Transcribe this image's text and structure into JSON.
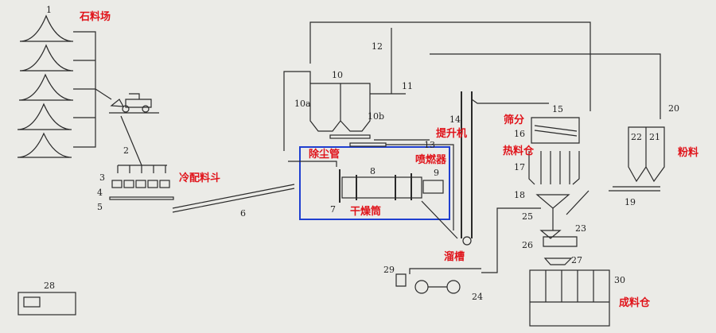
{
  "numbers": [
    "1",
    "2",
    "3",
    "4",
    "5",
    "6",
    "7",
    "8",
    "9",
    "10",
    "10a",
    "10b",
    "11",
    "12",
    "13",
    "14",
    "15",
    "16",
    "17",
    "18",
    "19",
    "20",
    "21",
    "22",
    "23",
    "24",
    "25",
    "26",
    "27",
    "28",
    "29",
    "30"
  ],
  "annotations": {
    "stockpile": "石料场",
    "cold_bins": "冷配料斗",
    "dust_pipe": "除尘管",
    "burner": "喷燃器",
    "dryer": "干燥筒",
    "elevator": "提升机",
    "chute": "溜槽",
    "screen": "筛分",
    "hot_bins": "热料仓",
    "filler": "粉料",
    "storage": "成料仓"
  },
  "colors": {
    "annotation": "#e0131a",
    "highlight_box": "#1f3fd0"
  }
}
